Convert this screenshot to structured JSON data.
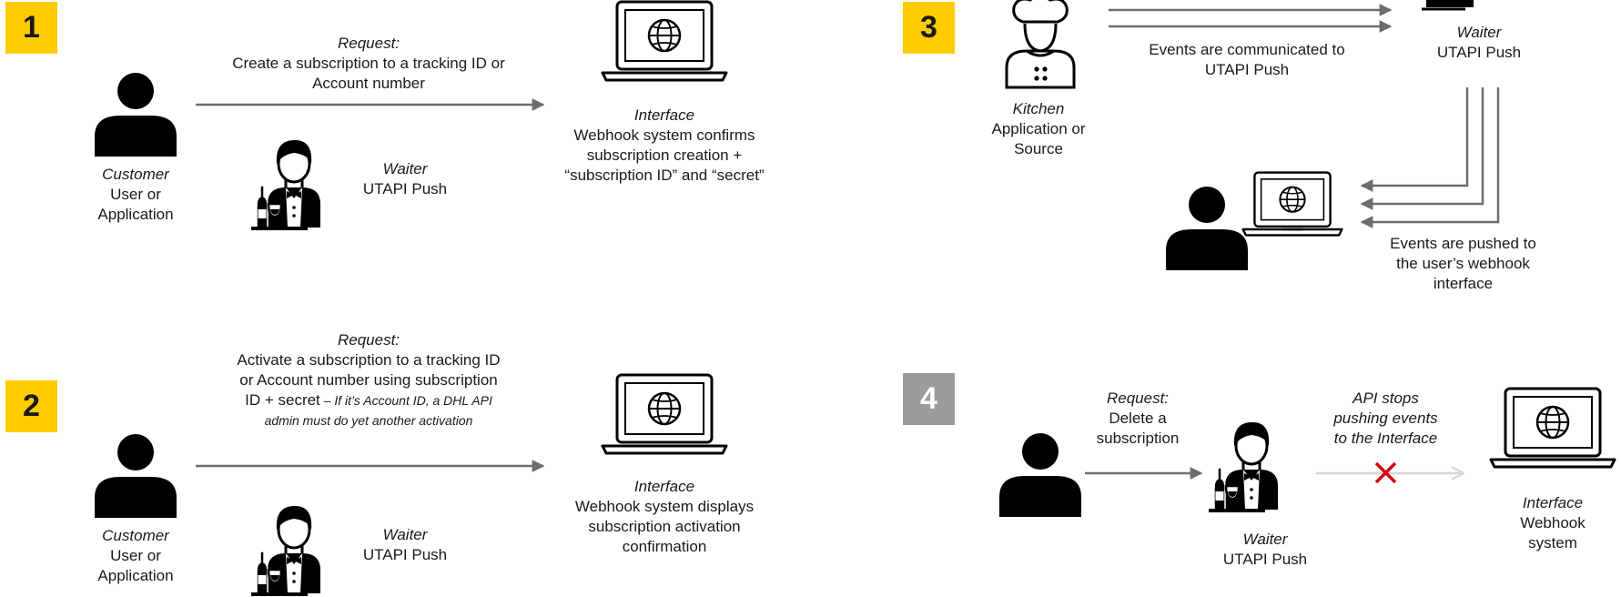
{
  "panel1": {
    "step": "1",
    "request_heading": "Request:",
    "request_lines": [
      "Create a subscription to a tracking ID or",
      "Account number"
    ],
    "customer_role": "Customer",
    "customer_lines": [
      "User or",
      "Application"
    ],
    "waiter_role": "Waiter",
    "waiter_name": "UTAPI Push",
    "interface_role": "Interface",
    "interface_lines": [
      "Webhook system confirms",
      "subscription creation +",
      "“subscription ID” and “secret”"
    ]
  },
  "panel2": {
    "step": "2",
    "request_heading": "Request:",
    "request_lines": [
      "Activate a subscription to a tracking ID",
      "or Account number using subscription"
    ],
    "request_line3_main": "ID + secret",
    "request_line3_note": " – If it’s Account ID, a DHL API",
    "request_line4_note": "admin must do yet another activation",
    "customer_role": "Customer",
    "customer_lines": [
      "User or",
      "Application"
    ],
    "waiter_role": "Waiter",
    "waiter_name": "UTAPI Push",
    "interface_role": "Interface",
    "interface_lines": [
      "Webhook system displays",
      "subscription activation",
      "confirmation"
    ]
  },
  "panel3": {
    "step": "3",
    "kitchen_role": "Kitchen",
    "kitchen_lines": [
      "Application or",
      "Source"
    ],
    "events_communicated_lines": [
      "Events are communicated to",
      "UTAPI Push"
    ],
    "waiter_role": "Waiter",
    "waiter_name": "UTAPI Push",
    "events_pushed_lines": [
      "Events are pushed to",
      "the user’s webhook",
      "interface"
    ]
  },
  "panel4": {
    "step": "4",
    "request_heading": "Request:",
    "request_lines": [
      "Delete a",
      "subscription"
    ],
    "stop_lines": [
      "API stops",
      "pushing events",
      "to the Interface"
    ],
    "waiter_role": "Waiter",
    "waiter_name": "UTAPI Push",
    "interface_role": "Interface",
    "interface_lines": [
      "Webhook",
      "system"
    ]
  },
  "colors": {
    "badge_active": "#ffcc00",
    "badge_inactive": "#9b9b9b",
    "arrow": "#6d6d6d",
    "arrow_faded": "#d6d6d6",
    "cross": "#d40511"
  }
}
